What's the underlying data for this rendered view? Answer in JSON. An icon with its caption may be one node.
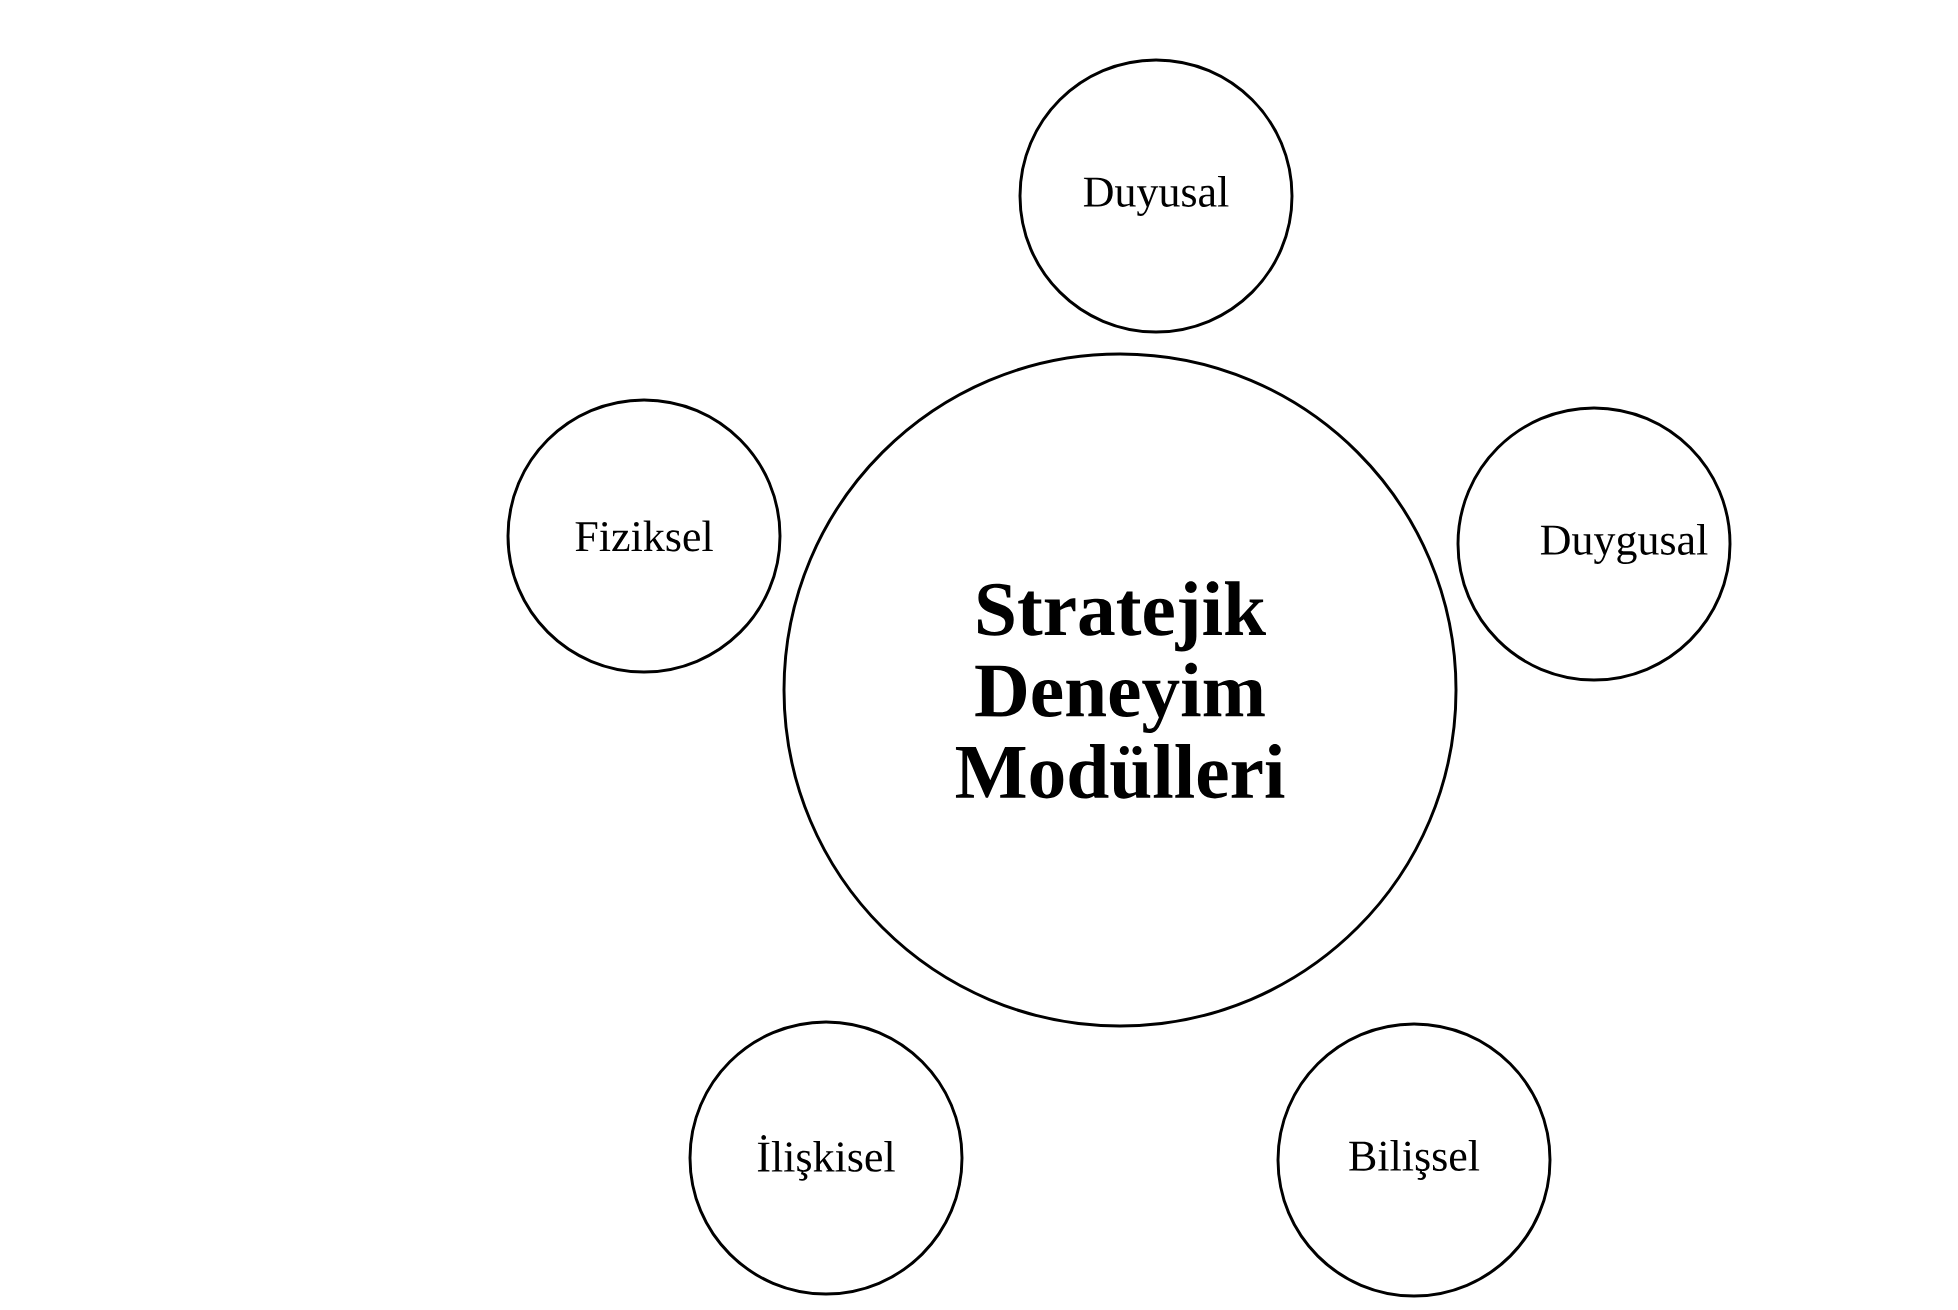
{
  "diagram": {
    "nodes": [
      {
        "text": [
          "Duyusal"
        ]
      },
      {
        "text": [
          "Fiziksel"
        ]
      },
      {
        "text": [
          "Duygusal"
        ]
      },
      {
        "text": [
          "Stratejik Deneyim Modülleri"
        ]
      },
      {
        "text": [
          "İlişkisel"
        ]
      },
      {
        "text": [
          "Bilişsel"
        ]
      }
    ]
  }
}
